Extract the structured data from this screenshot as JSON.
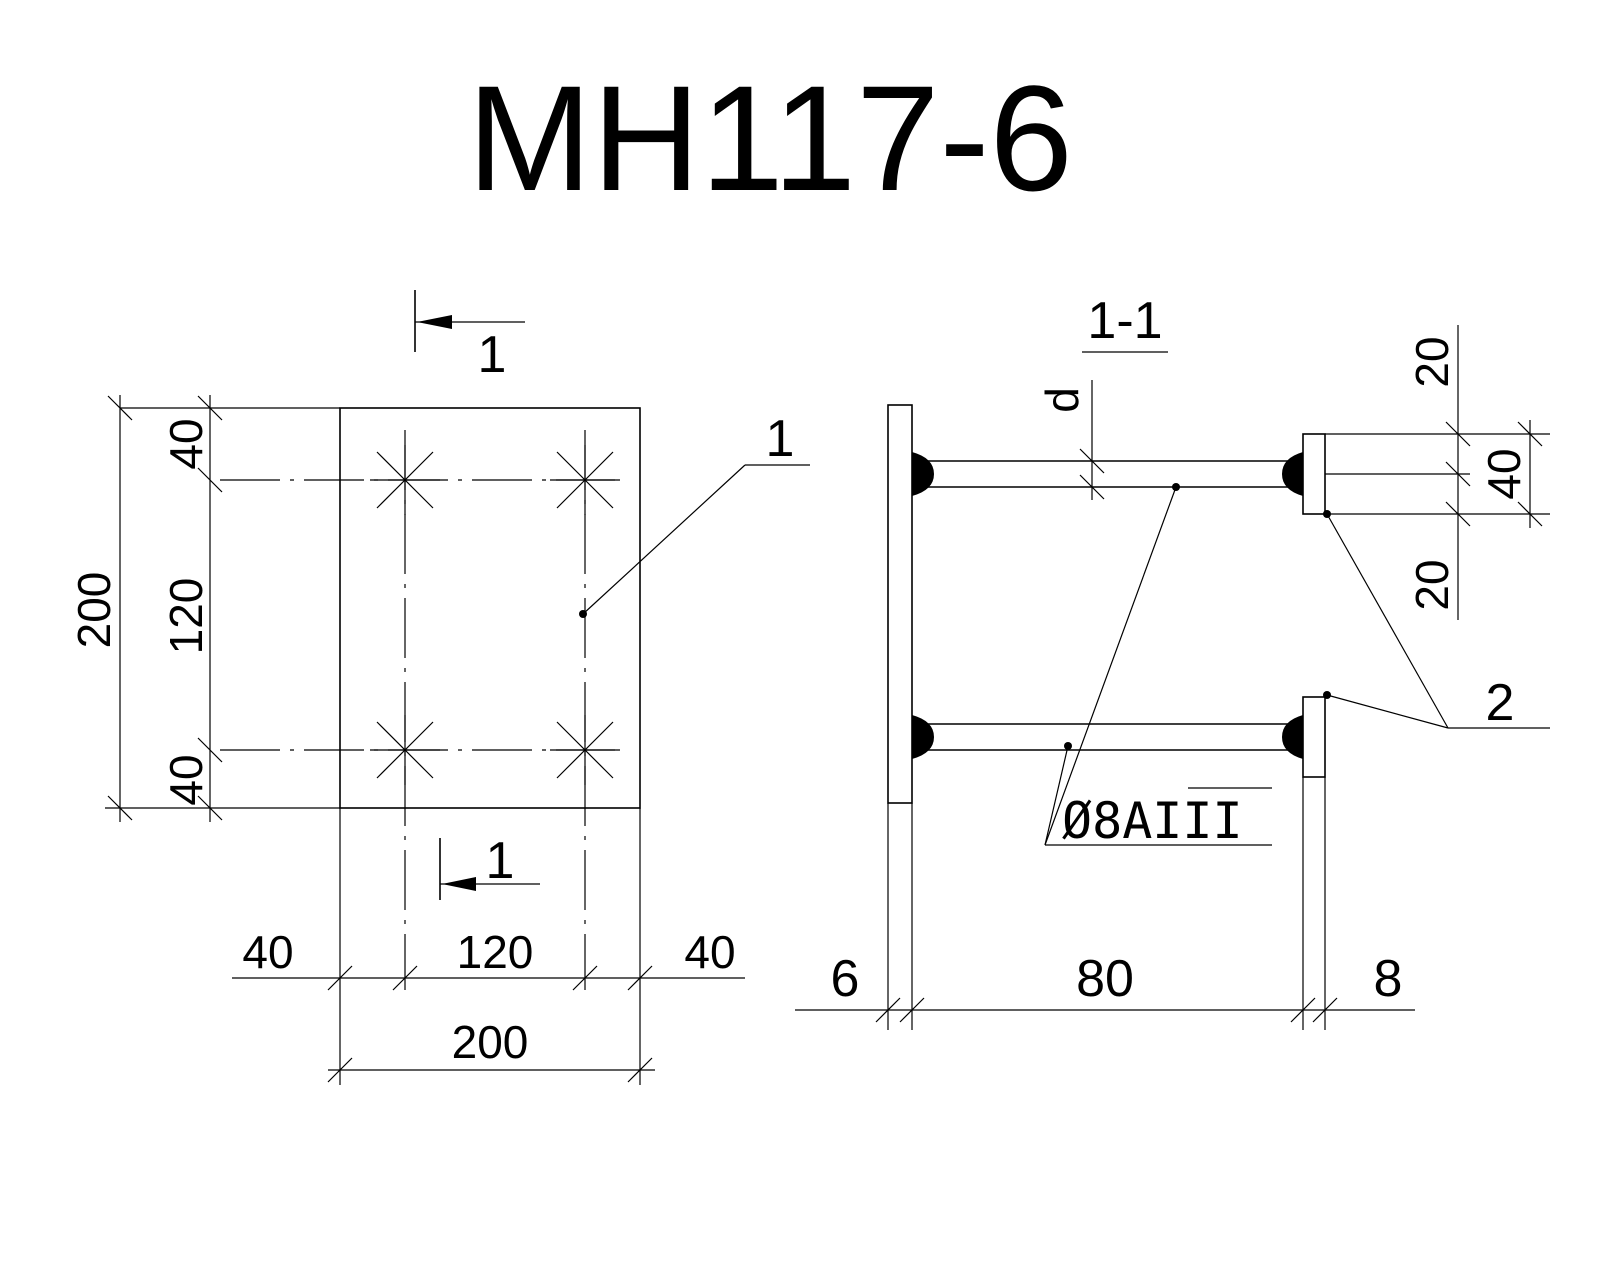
{
  "title": "МН117-6",
  "plan": {
    "section_mark_top": "1",
    "section_mark_bottom": "1",
    "callout_1": "1",
    "dim_overall_v": "200",
    "dim_top_v": "40",
    "dim_mid_v": "120",
    "dim_bot_v": "40",
    "dim_left_h": "40",
    "dim_mid_h": "120",
    "dim_right_h": "40",
    "dim_overall_h": "200"
  },
  "section": {
    "title": "1-1",
    "dim_d": "d",
    "dim_top_20": "20",
    "dim_40": "40",
    "dim_bot_20": "20",
    "callout_2": "2",
    "rebar_label": "Ø8АIII",
    "dim_6": "6",
    "dim_80": "80",
    "dim_8": "8"
  }
}
